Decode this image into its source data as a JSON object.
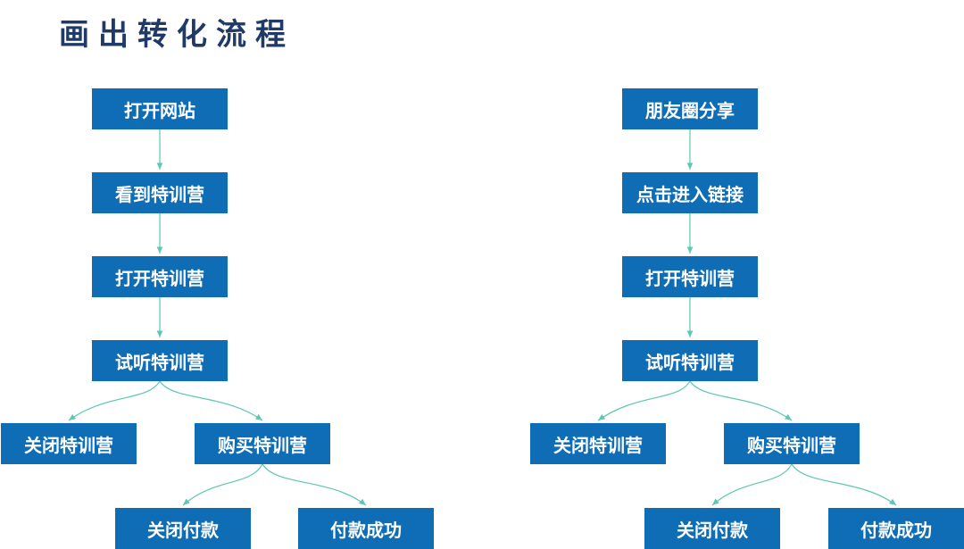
{
  "title": "画出转化流程",
  "colors": {
    "node_fill": "#0f6db5",
    "connector": "#5cc7b2",
    "title": "#1f3a68"
  },
  "flows": [
    {
      "nodes": {
        "n1": "打开网站",
        "n2": "看到特训营",
        "n3": "打开特训营",
        "n4": "试听特训营",
        "n5": "关闭特训营",
        "n6": "购买特训营",
        "n7": "关闭付款",
        "n8": "付款成功"
      }
    },
    {
      "nodes": {
        "n1": "朋友圈分享",
        "n2": "点击进入链接",
        "n3": "打开特训营",
        "n4": "试听特训营",
        "n5": "关闭特训营",
        "n6": "购买特训营",
        "n7": "关闭付款",
        "n8": "付款成功"
      }
    }
  ]
}
